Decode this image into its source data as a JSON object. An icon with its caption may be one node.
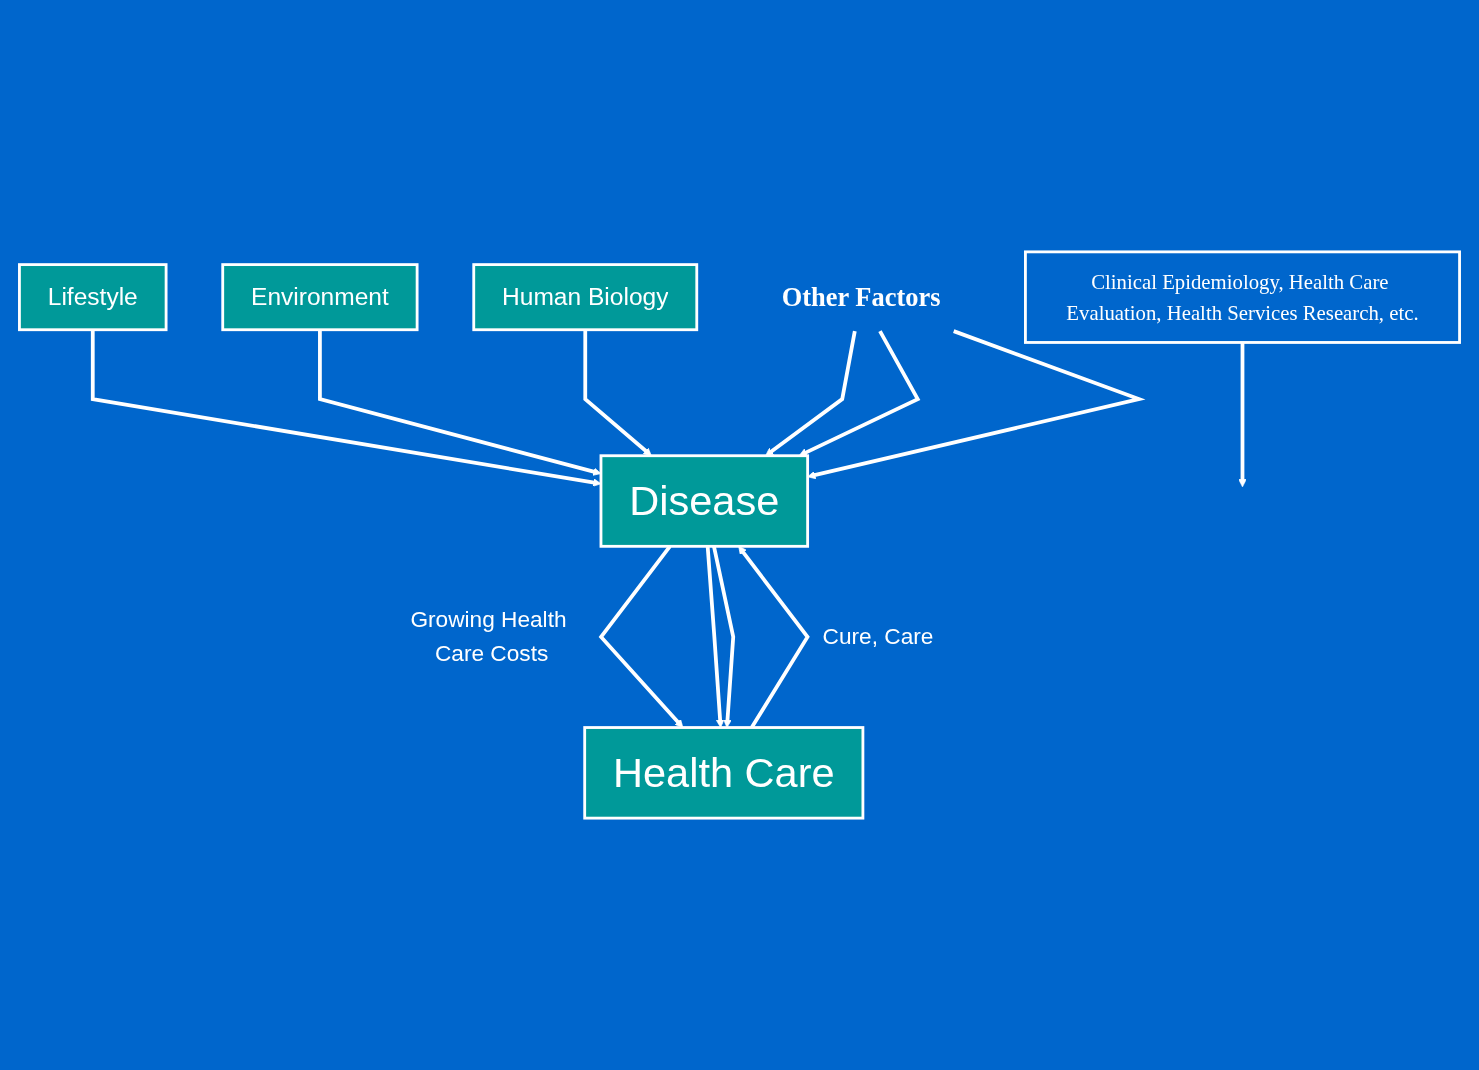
{
  "diagram": {
    "nodes": [
      {
        "text": [
          "Lifestyle"
        ]
      },
      {
        "text": [
          "Environment"
        ]
      },
      {
        "text": [
          "Human Biology"
        ]
      },
      {
        "text": [
          "Disease"
        ]
      },
      {
        "text": [
          "Health Care"
        ]
      },
      {
        "text": [
          "Other Factors"
        ]
      },
      {
        "text": [
          "Clinical Epidemiology, Health Care Evaluation, Health Services Research, etc."
        ]
      }
    ],
    "edges": [
      {
        "from": 0,
        "to": 3,
        "arrow": "to"
      },
      {
        "from": 1,
        "to": 3,
        "arrow": "to"
      },
      {
        "from": 2,
        "to": 3,
        "arrow": "to"
      },
      {
        "from": 3,
        "to": 4,
        "arrow": "to",
        "label": "Growing Health Care Costs"
      },
      {
        "from": 3,
        "to": 4,
        "arrow": "to"
      },
      {
        "from": 3,
        "to": 4,
        "arrow": "to"
      },
      {
        "from": 4,
        "to": 3,
        "arrow": "to",
        "label": "Cure, Care"
      },
      {
        "from": 5,
        "to": 3,
        "arrow": "to"
      },
      {
        "from": 5,
        "to": 3,
        "arrow": "to"
      },
      {
        "from": 5,
        "to": 3,
        "arrow": "to"
      },
      {
        "from": 6,
        "to": null,
        "arrow": "to"
      }
    ]
  }
}
